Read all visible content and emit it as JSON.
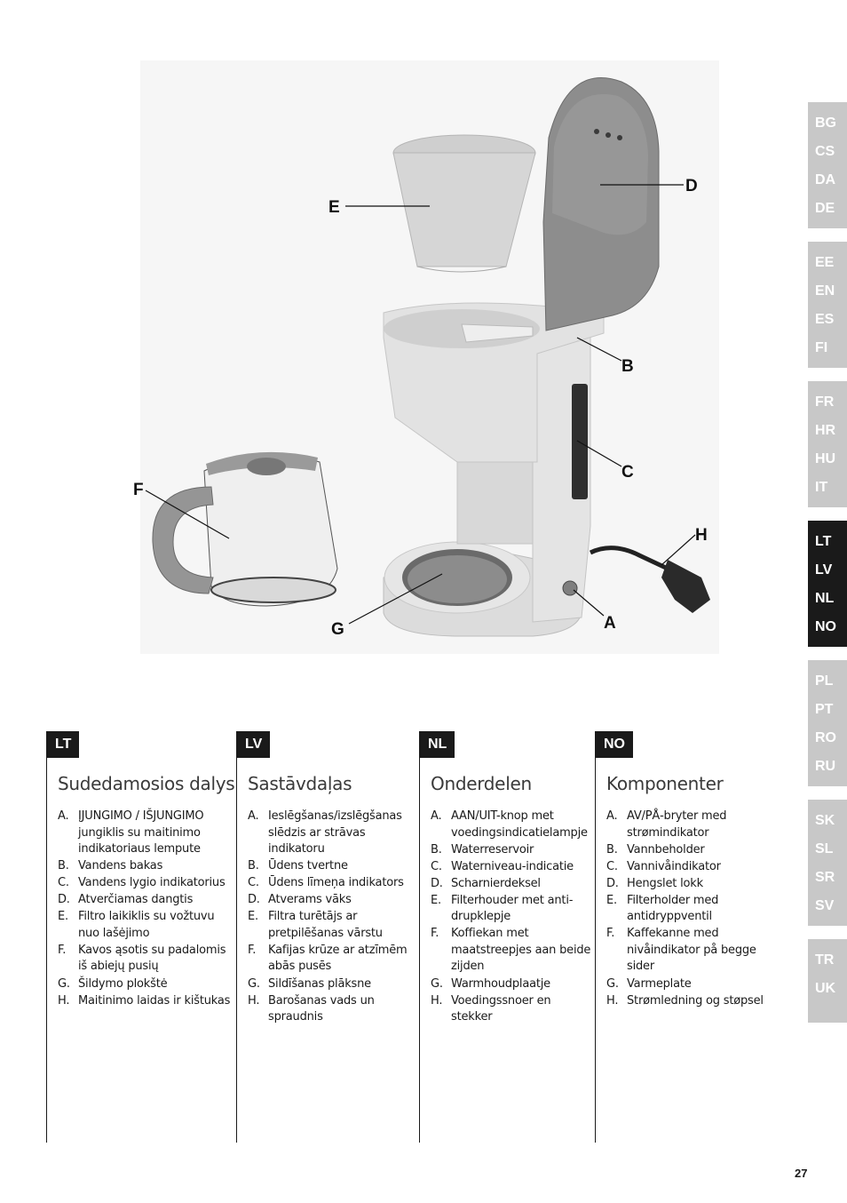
{
  "figure": {
    "callouts": {
      "A": "A",
      "B": "B",
      "C": "C",
      "D": "D",
      "E": "E",
      "F": "F",
      "G": "G",
      "H": "H"
    }
  },
  "language_tabs": [
    {
      "active": false,
      "items": [
        "BG",
        "CS",
        "DA",
        "DE"
      ]
    },
    {
      "active": false,
      "items": [
        "EE",
        "EN",
        "ES",
        "FI"
      ]
    },
    {
      "active": false,
      "items": [
        "FR",
        "HR",
        "HU",
        "IT"
      ]
    },
    {
      "active": true,
      "items": [
        "LT",
        "LV",
        "NL",
        "NO"
      ]
    },
    {
      "active": false,
      "items": [
        "PL",
        "PT",
        "RO",
        "RU"
      ]
    },
    {
      "active": false,
      "items": [
        "SK",
        "SL",
        "SR",
        "SV"
      ]
    },
    {
      "active": false,
      "items": [
        "TR",
        "UK"
      ]
    }
  ],
  "columns": [
    {
      "badge": "LT",
      "title": "Sudedamosios dalys",
      "items": [
        {
          "letter": "A.",
          "text": "ĮJUNGIMO / IŠJUNGIMO jungiklis su maitinimo indikatoriaus lempute"
        },
        {
          "letter": "B.",
          "text": "Vandens bakas"
        },
        {
          "letter": "C.",
          "text": "Vandens lygio indikatorius"
        },
        {
          "letter": "D.",
          "text": "Atverčiamas dangtis"
        },
        {
          "letter": "E.",
          "text": "Filtro laikiklis su vožtuvu nuo lašėjimo"
        },
        {
          "letter": "F.",
          "text": "Kavos ąsotis su padalomis iš abiejų pusių"
        },
        {
          "letter": "G.",
          "text": "Šildymo plokštė"
        },
        {
          "letter": "H.",
          "text": "Maitinimo laidas ir kištukas"
        }
      ]
    },
    {
      "badge": "LV",
      "title": "Sastāvdaļas",
      "items": [
        {
          "letter": "A.",
          "text": "Ieslēgšanas/izslēgšanas slēdzis ar strāvas indikatoru"
        },
        {
          "letter": "B.",
          "text": "Ūdens tvertne"
        },
        {
          "letter": "C.",
          "text": "Ūdens līmeņa indikators"
        },
        {
          "letter": "D.",
          "text": "Atverams vāks"
        },
        {
          "letter": "E.",
          "text": "Filtra turētājs ar pretpilēšanas vārstu"
        },
        {
          "letter": "F.",
          "text": "Kafijas krūze ar atzīmēm abās pusēs"
        },
        {
          "letter": "G.",
          "text": "Sildīšanas plāksne"
        },
        {
          "letter": "H.",
          "text": "Barošanas vads un spraudnis"
        }
      ]
    },
    {
      "badge": "NL",
      "title": "Onderdelen",
      "items": [
        {
          "letter": "A.",
          "text": "AAN/UIT-knop met voedingsindicatielampje"
        },
        {
          "letter": "B.",
          "text": "Waterreservoir"
        },
        {
          "letter": "C.",
          "text": "Waterniveau-indicatie"
        },
        {
          "letter": "D.",
          "text": "Scharnierdeksel"
        },
        {
          "letter": "E.",
          "text": "Filterhouder met anti-drupklepje"
        },
        {
          "letter": "F.",
          "text": "Koffiekan met maatstreepjes aan beide zijden"
        },
        {
          "letter": "G.",
          "text": "Warmhoudplaatje"
        },
        {
          "letter": "H.",
          "text": "Voedingssnoer en stekker"
        }
      ]
    },
    {
      "badge": "NO",
      "title": "Komponenter",
      "items": [
        {
          "letter": "A.",
          "text": "AV/PÅ-bryter med strømindikator"
        },
        {
          "letter": "B.",
          "text": "Vannbeholder"
        },
        {
          "letter": "C.",
          "text": "Vannivåindikator"
        },
        {
          "letter": "D.",
          "text": "Hengslet lokk"
        },
        {
          "letter": "E.",
          "text": "Filterholder med antidryppventil"
        },
        {
          "letter": "F.",
          "text": "Kaffekanne med nivåindikator på begge sider"
        },
        {
          "letter": "G.",
          "text": "Varmeplate"
        },
        {
          "letter": "H.",
          "text": "Strømledning og støpsel"
        }
      ]
    }
  ],
  "page_number": "27"
}
